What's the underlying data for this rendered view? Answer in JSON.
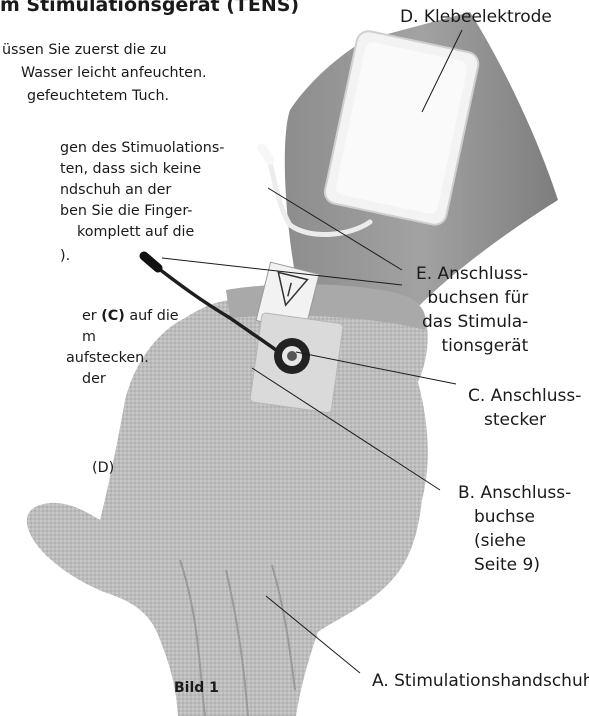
{
  "heading": "m Stimulationsgerät (TENS)",
  "instructions": [
    "üssen Sie zuerst die zu",
    "Wasser leicht anfeuchten.",
    "gefeuchtetem Tuch.",
    "gen des Stimuolations-",
    "ten, dass sich keine",
    "ndschuh an der",
    "ben Sie die Finger-",
    "komplett auf die",
    ").",
    "er",
    "(C)",
    "auf die",
    "m",
    "aufstecken.",
    "der",
    "(D)"
  ],
  "labels": {
    "d": [
      "D. Klebeelektrode"
    ],
    "e": [
      "E. Anschluss-",
      "buchsen für",
      "das Stimula-",
      "tionsgerät"
    ],
    "c": [
      "C. Anschluss-",
      "stecker"
    ],
    "b": [
      "B. Anschluss-",
      "buchse",
      "(siehe",
      "Seite 9)"
    ],
    "a": [
      "A. Stimulationshandschuh"
    ]
  },
  "caption": "Bild 1"
}
